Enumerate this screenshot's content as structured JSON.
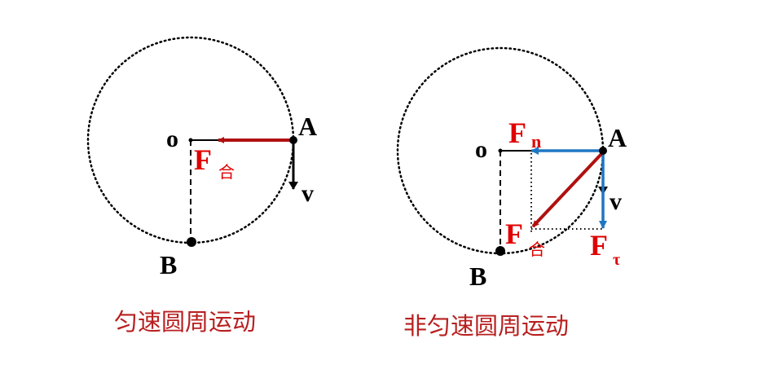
{
  "colors": {
    "force_red": "#e00000",
    "arrow_red": "#b01010",
    "arrow_blue": "#1f77c4",
    "caption": "#b8201f",
    "black": "#000000"
  },
  "left": {
    "caption": "匀速圆周运动",
    "label_o": "o",
    "label_a": "A",
    "label_b": "B",
    "label_v": "v",
    "force_f": "F",
    "force_sub": "合"
  },
  "right": {
    "caption": "非匀速圆周运动",
    "label_o": "o",
    "label_a": "A",
    "label_b": "B",
    "label_v": "v",
    "fn_f": "F",
    "fn_sub": "n",
    "fnet_f": "F",
    "fnet_sub": "合",
    "ft_f": "F",
    "ft_sub": "τ"
  }
}
